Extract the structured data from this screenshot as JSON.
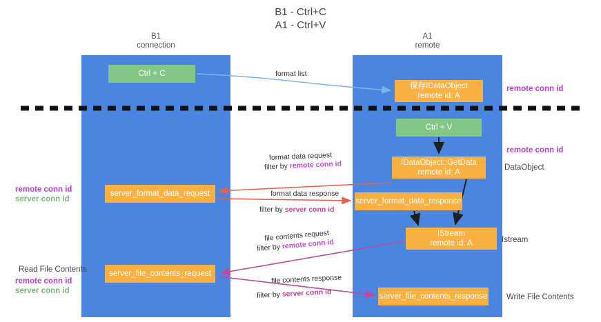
{
  "diagram": {
    "title_line1": "B1 - Ctrl+C",
    "title_line2": "A1 - Ctrl+V",
    "lanes": [
      {
        "id": "b1",
        "name_line1": "B1",
        "name_line2": "connection",
        "color": "#4a86e0"
      },
      {
        "id": "a1",
        "name_line1": "A1",
        "name_line2": "remote",
        "color": "#4a86e0"
      }
    ],
    "colors": {
      "lane": "#4a86e0",
      "node_green": "#82c785",
      "node_orange": "#fbb042",
      "accent_purple": "#b341c9",
      "accent_green": "#78b87a",
      "arrow_blue": "#7db3e8",
      "arrow_red": "#e8604c",
      "arrow_magenta": "#c0479a",
      "arrow_dark": "#222222",
      "divider": "#111111"
    },
    "nodes": [
      {
        "id": "ctrl-c",
        "label": "Ctrl + C",
        "sub": ""
      },
      {
        "id": "save-ido",
        "label": "保存IDataObject",
        "sub": "remote id: A"
      },
      {
        "id": "ctrl-v",
        "label": "Ctrl + V",
        "sub": ""
      },
      {
        "id": "getdata",
        "label": "IDataObject::GetData",
        "sub": "remote id: A"
      },
      {
        "id": "sfdreq",
        "label": "server_format_data_request",
        "sub": ""
      },
      {
        "id": "sfdres",
        "label": "server_format_data_response",
        "sub": ""
      },
      {
        "id": "istream",
        "label": "IStream",
        "sub": "remote id: A"
      },
      {
        "id": "sfcreq",
        "label": "server_file_contents_request",
        "sub": ""
      },
      {
        "id": "sfcres",
        "label": "server_file_contents_response",
        "sub": ""
      }
    ],
    "edge_labels": {
      "format_list": "format list",
      "format_data_request": "format data request",
      "format_data_request_filter_prefix": "filter by ",
      "format_data_request_filter_key": "remote conn id",
      "format_data_response": "format data response",
      "format_data_response_filter_prefix": "filter by ",
      "format_data_response_filter_key": "server conn id",
      "file_contents_request": "file contents request",
      "file_contents_request_filter_prefix": "filter by ",
      "file_contents_request_filter_key": "remote conn id",
      "file_contents_response": "file contents response",
      "file_contents_response_filter_prefix": "filter by ",
      "file_contents_response_filter_key": "server conn id"
    },
    "side_labels": {
      "remote_conn_id_top": "remote conn id",
      "remote_conn_id_mid": "remote conn id",
      "dataobject": "DataObject",
      "istream": "Istream",
      "write_file_contents": "Write File Contents",
      "read_file_contents": "Read File Contents",
      "left_remote_conn_id": "remote conn id",
      "left_server_conn_id": "server conn id",
      "left_bottom_remote_conn_id": "remote conn id",
      "left_bottom_server_conn_id": "server conn id"
    }
  }
}
